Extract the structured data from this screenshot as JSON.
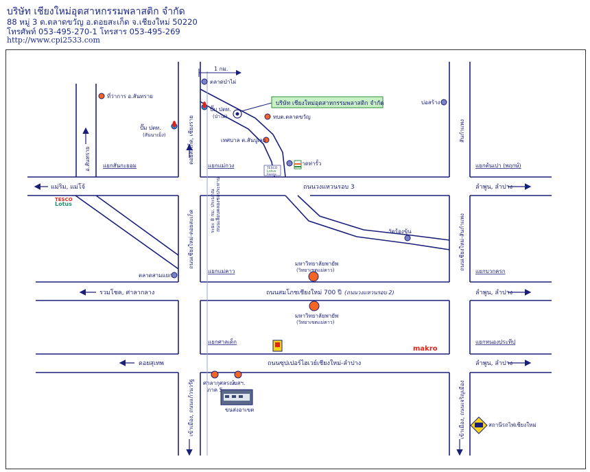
{
  "header": {
    "company": "บริษัท เชียงใหม่อุตสาหกรรมพลาสติก จำกัด",
    "address": "88 หมู่ 3 ต.ตลาดขวัญ อ.ดอยสะเก็ด จ.เชียงใหม่ 50220",
    "phone": "โทรศัพท์ 053-495-270-1 โทรสาร 053-495-269",
    "website": "http://www.cpi2533.com"
  },
  "scale_label": "1 กม.",
  "company_label": "บริษัท เชียงใหม่อุตสาหกรรมพลาสติก จำกัด",
  "roads": {
    "ring3": "ถนนวงแหวนรอบ 3",
    "road700": "ถนนสมโภชเชียงใหม่ 700 ปี",
    "road700_alt": "(ถนนวงแหวนรอบ 2)",
    "superhighway": "ถนนซุปเปอร์ไฮเวย์เชียงใหม่-ลำปาง",
    "doisaket_road": "ถนนเชียงใหม่-ดอยสะเก็ด",
    "sankamphaeng_road": "ถนนเชียงใหม่-สันกำแพง",
    "doisaket_chiangrai": "ดอยสะเก็ด, เชียงราย",
    "sankamphaeng": "สันกำแพง",
    "sansai": "อ.สันทราย",
    "kaewnawarat_road": "เข้าเมือง, ถนนแก้วนวรัฐ",
    "charoenmuang_road": "เข้าเมือง, ถนนเจริญเมือง",
    "irrigation_canal": "ถนนเลียบคลองชลประทาน"
  },
  "directions": {
    "maerim": "แม่ริม, แม่โจ้",
    "lamphun_lampang_1": "ลำพูน, ลำปาง",
    "lamphun_lampang_2": "ลำพูน, ลำปาง",
    "lamphun_lampang_3": "ลำพูน, ลำปาง",
    "rommachot": "รวมโชค, ศาลากลาง",
    "doisuthep": "ดอยสุเทพ"
  },
  "intersections": {
    "sankrasom": "แยกสันกะยอม",
    "maekuang": "แยกแม่กวง",
    "maekhao": "แยกแม่คาว",
    "sansalek": "แยกศาลเด็ก",
    "tonpao": "แยกต้นเปา (พฤกษ์)",
    "buakrok": "แยกบวกครก",
    "nongpratip": "แยกหนองประทีป"
  },
  "places": {
    "market_pakhan": "ตลาดป่าไผ่",
    "ptt_pakhan_line1": "ปั๊ม ปตท.",
    "ptt_pakhan_line2": "(ป่าไผ่)",
    "ptt_sannamueng_line1": "ปั๊ม ปตท.",
    "ptt_sannamueng_line2": "(สันนาเม็ง)",
    "district_sansai": "ที่ว่าการ อ.สันทราย",
    "post_office": "ทบต.ตลาดขวัญ",
    "municipality": "เทศบาล ต.สันปูเลย",
    "market_tharuea": "ตลาดท่ารั้ว",
    "bosang": "บ่อสร้าง",
    "wat": "วัดร้องขุ้น",
    "market_samyaek": "ตลาดสามแยก",
    "maejo_univ_1_line1": "มหาวิทยาลัยพายัพ",
    "maejo_univ_1_line2": "(วิทยาเขตแม่คาว)",
    "maejo_univ_2_line1": "มหาวิทยาลัยพายัพ",
    "maejo_univ_2_line2": "(วิทยาเขตแม่คาว)",
    "highway_dept_line1": "ศาลากุศลรณ์",
    "highway_dept_line2": "ภาค 5",
    "tas": "ขสฯ.",
    "bus_terminal": "ขนส่งอาเขต",
    "railway": "สถานีรถไฟเชียงใหม่",
    "distance_note": "ระยะ 8 กม. ประมาณ"
  },
  "logos": {
    "tesco_top": "TESCO",
    "tesco_bottom": "Lotus",
    "makro": "makro",
    "tesco_express_top": "TESCO",
    "tesco_express_mid": "Lotus",
    "tesco_express_bot": "Express"
  },
  "colors": {
    "road_line": "#1a1f7a",
    "marker_orange": "#f26522",
    "marker_blue": "#7b82c4",
    "company_box": "#c8f0c4",
    "company_box_border": "#2c8c3c",
    "makro_red": "#e0241c"
  }
}
